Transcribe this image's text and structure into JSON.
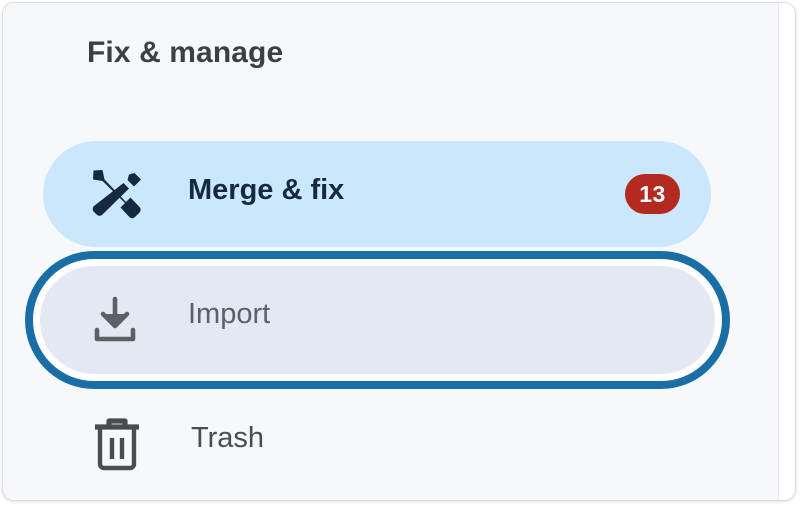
{
  "panel": {
    "section_title": "Fix & manage",
    "background_color": "#f7f8fc",
    "border_color": "#e6e7ec"
  },
  "theme": {
    "selected_pill_bg": "#cbe7fb",
    "selected_text": "#15293f",
    "focus_ring": "#1a6ea6",
    "focused_row_bg": "#e3e8f2",
    "badge_bg": "#b52a20",
    "badge_text": "#ffffff",
    "muted_text": "#5d6066",
    "heading_text": "#3c4043"
  },
  "nav": {
    "items": [
      {
        "id": "merge-fix",
        "label": "Merge & fix",
        "icon": "tools-hammer-screwdriver-icon",
        "badge": "13",
        "selected": true,
        "focused": false
      },
      {
        "id": "import",
        "label": "Import",
        "icon": "download-import-icon",
        "badge": "",
        "selected": false,
        "focused": true
      },
      {
        "id": "trash",
        "label": "Trash",
        "icon": "trash-can-icon",
        "badge": "",
        "selected": false,
        "focused": false
      }
    ]
  }
}
